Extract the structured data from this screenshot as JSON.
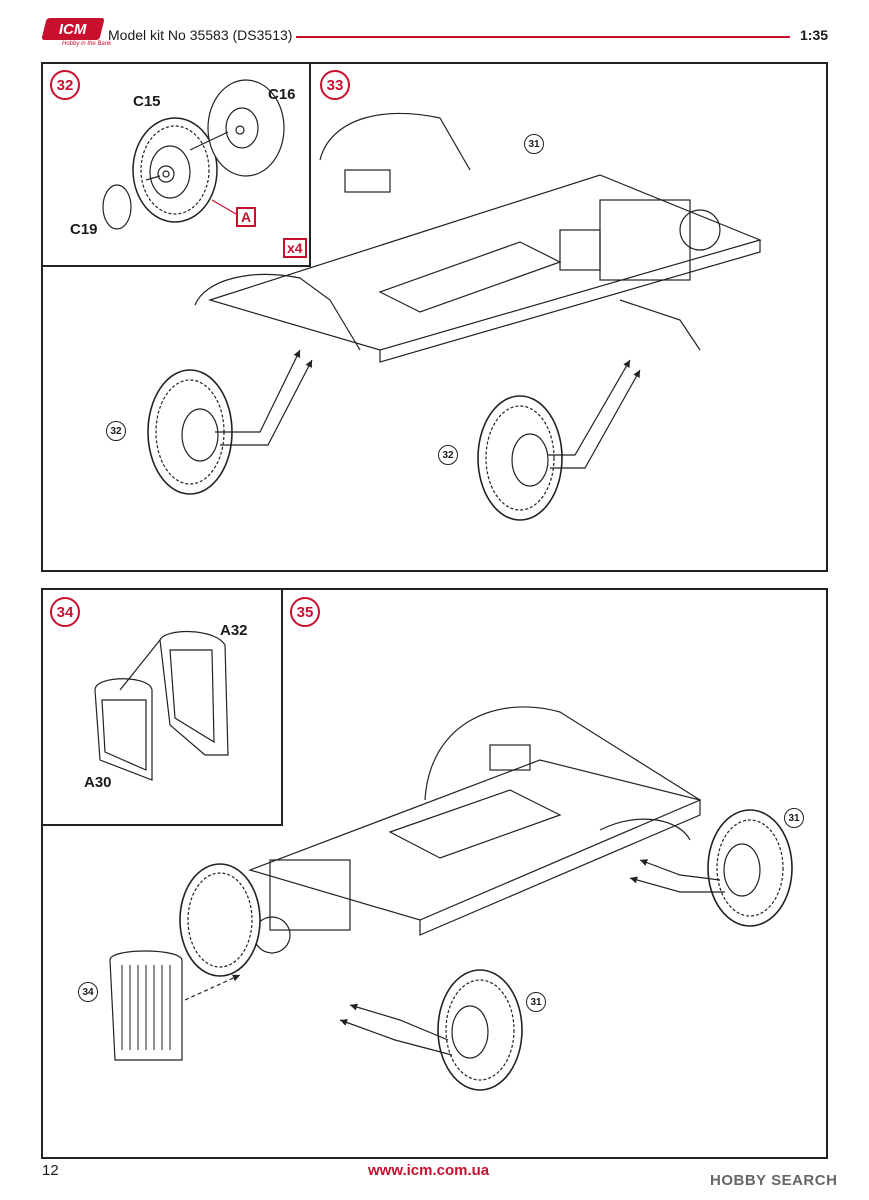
{
  "header": {
    "logo_text": "ICM",
    "logo_tagline": "Hobby in the Bank",
    "title": "Model kit No 35583 (DS3513)",
    "scale": "1:35"
  },
  "steps": {
    "s32": {
      "number": "32",
      "parts": {
        "c15": "C15",
        "c16": "C16",
        "c19": "C19"
      },
      "callout": "A",
      "quantity": "x4"
    },
    "s33": {
      "number": "33",
      "refs": {
        "r31": "31",
        "r32a": "32",
        "r32b": "32"
      }
    },
    "s34": {
      "number": "34",
      "parts": {
        "a32": "A32",
        "a30": "A30"
      }
    },
    "s35": {
      "number": "35",
      "refs": {
        "r31a": "31",
        "r31b": "31",
        "r34": "34"
      }
    }
  },
  "footer": {
    "page_number": "12",
    "url": "www.icm.com.ua",
    "watermark": "HOBBY SEARCH"
  },
  "colors": {
    "accent": "#c8102e",
    "line": "#222222"
  }
}
